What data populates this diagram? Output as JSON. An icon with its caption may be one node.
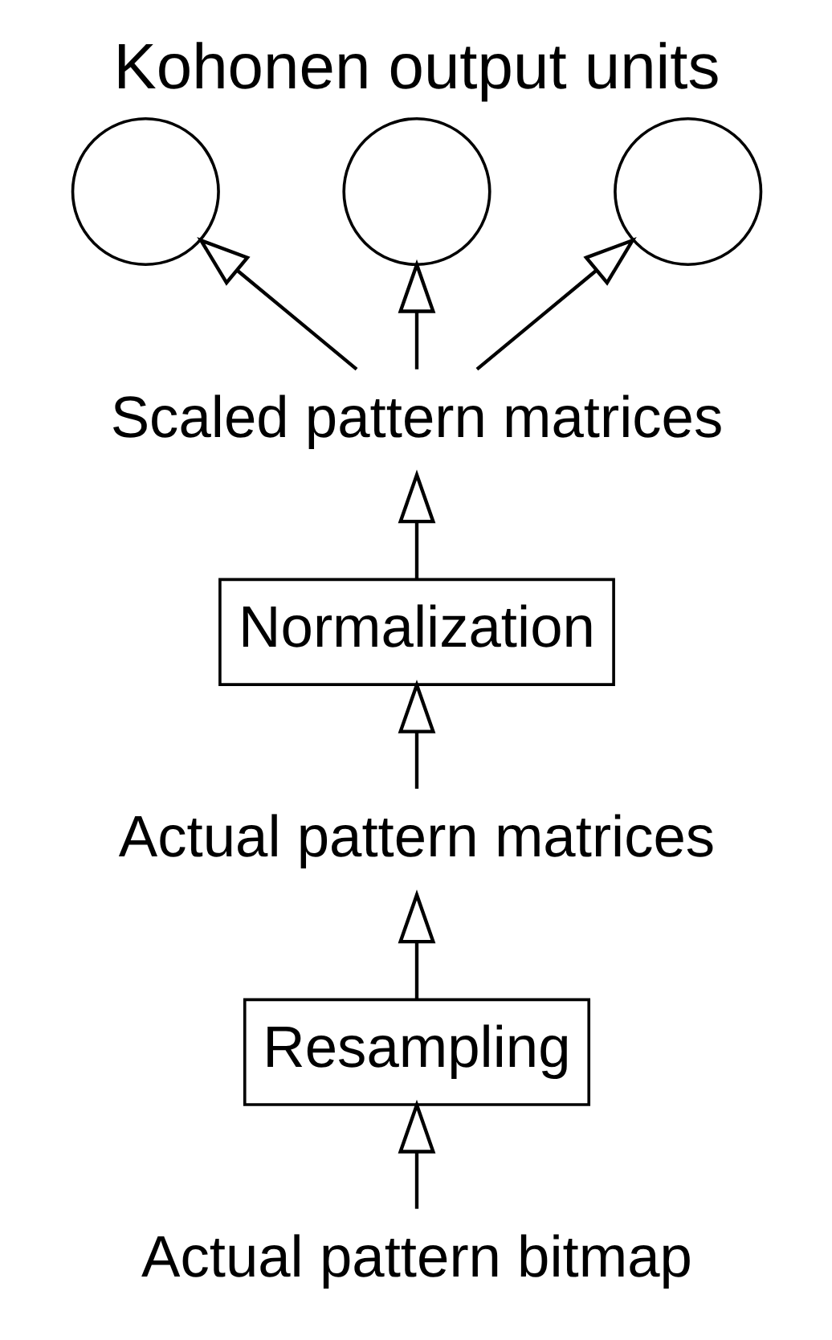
{
  "diagram": {
    "nodes": [
      {
        "text": [],
        "shape": "circle"
      },
      {
        "text": [],
        "shape": "circle"
      },
      {
        "text": [],
        "shape": "circle"
      },
      {
        "text": [
          "Scaled pattern matrices"
        ]
      },
      {
        "text": [
          "Normalization"
        ]
      },
      {
        "text": [
          "Actual pattern matrices"
        ]
      },
      {
        "text": [
          "Resampling"
        ]
      },
      {
        "text": [
          "Actual pattern bitmap"
        ]
      }
    ],
    "edges": [
      {
        "from": 7,
        "to": 6,
        "arrow": "to"
      },
      {
        "from": 6,
        "to": 5,
        "arrow": "to"
      },
      {
        "from": 5,
        "to": 4,
        "arrow": "to"
      },
      {
        "from": 4,
        "to": 3,
        "arrow": "to"
      },
      {
        "from": 3,
        "to": 0,
        "arrow": "to"
      },
      {
        "from": 3,
        "to": 1,
        "arrow": "to"
      },
      {
        "from": 3,
        "to": 2,
        "arrow": "to"
      }
    ],
    "labels": [
      "Kohonen output units"
    ]
  }
}
